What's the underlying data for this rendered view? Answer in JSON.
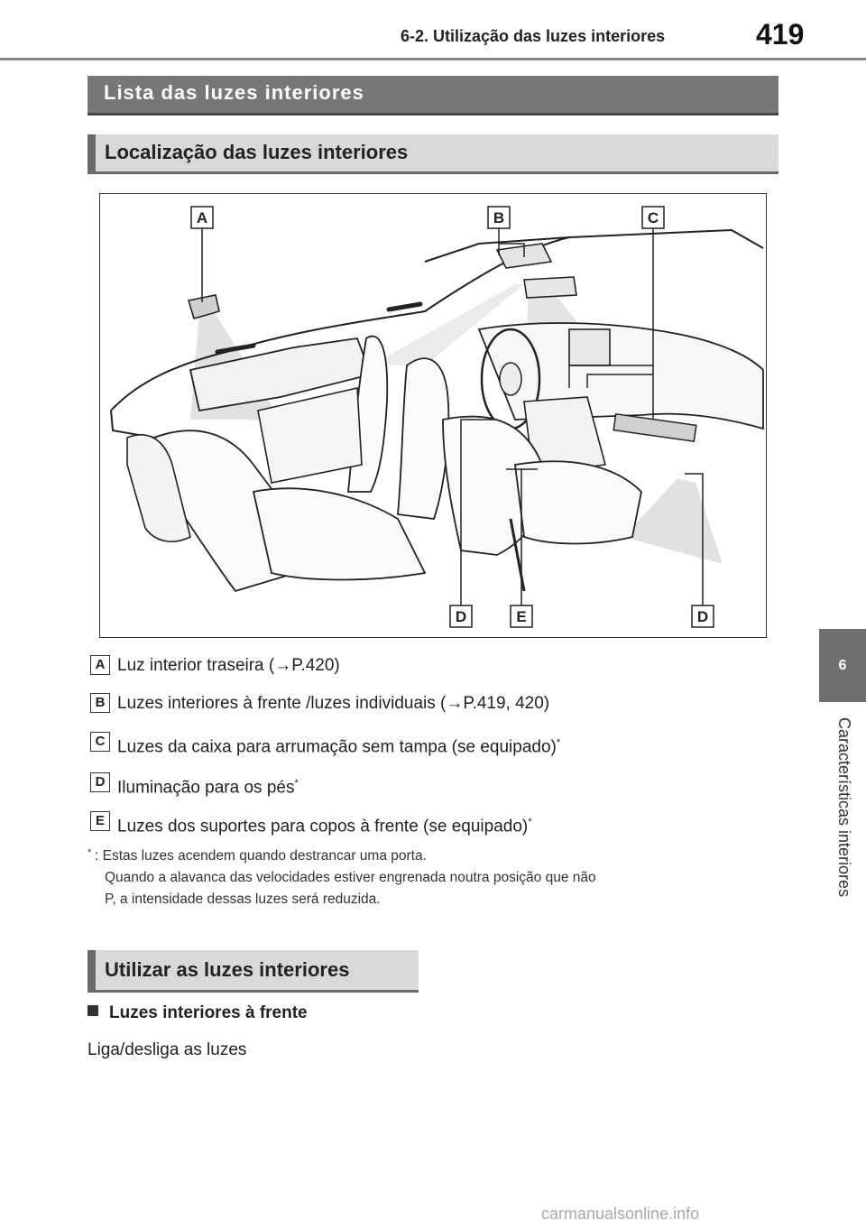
{
  "header": {
    "section_title": "6-2. Utilização das luzes interiores",
    "page_number": "419"
  },
  "side_tab": {
    "chapter_number": "6",
    "chapter_title": "Características interiores"
  },
  "title_bar": "Lista das luzes interiores",
  "section_location": "Localização das luzes interiores",
  "figure": {
    "callouts": [
      "A",
      "B",
      "C",
      "D",
      "E",
      "D"
    ]
  },
  "legend": [
    {
      "key": "A",
      "text": "Luz interior traseira (→P.420)",
      "footnote": false
    },
    {
      "key": "B",
      "text": "Luzes interiores à frente /luzes individuais (→P.419, 420)",
      "footnote": false
    },
    {
      "key": "C",
      "text": "Luzes da caixa para arrumação sem tampa (se equipado)",
      "footnote": true
    },
    {
      "key": "D",
      "text": "Iluminação para os pés",
      "footnote": true
    },
    {
      "key": "E",
      "text": "Luzes dos suportes para copos à frente (se equipado)",
      "footnote": true
    }
  ],
  "footnote": {
    "marker": "*",
    "line1": ": Estas luzes acendem quando destrancar uma porta.",
    "line2": "Quando a alavanca das velocidades estiver engrenada noutra posição que não",
    "line3": "P, a intensidade dessas luzes será reduzida."
  },
  "section_use": "Utilizar as luzes interiores",
  "subsection": "Luzes interiores à frente",
  "body_text": "Liga/desliga as luzes",
  "watermark": "carmanualsonline.info"
}
